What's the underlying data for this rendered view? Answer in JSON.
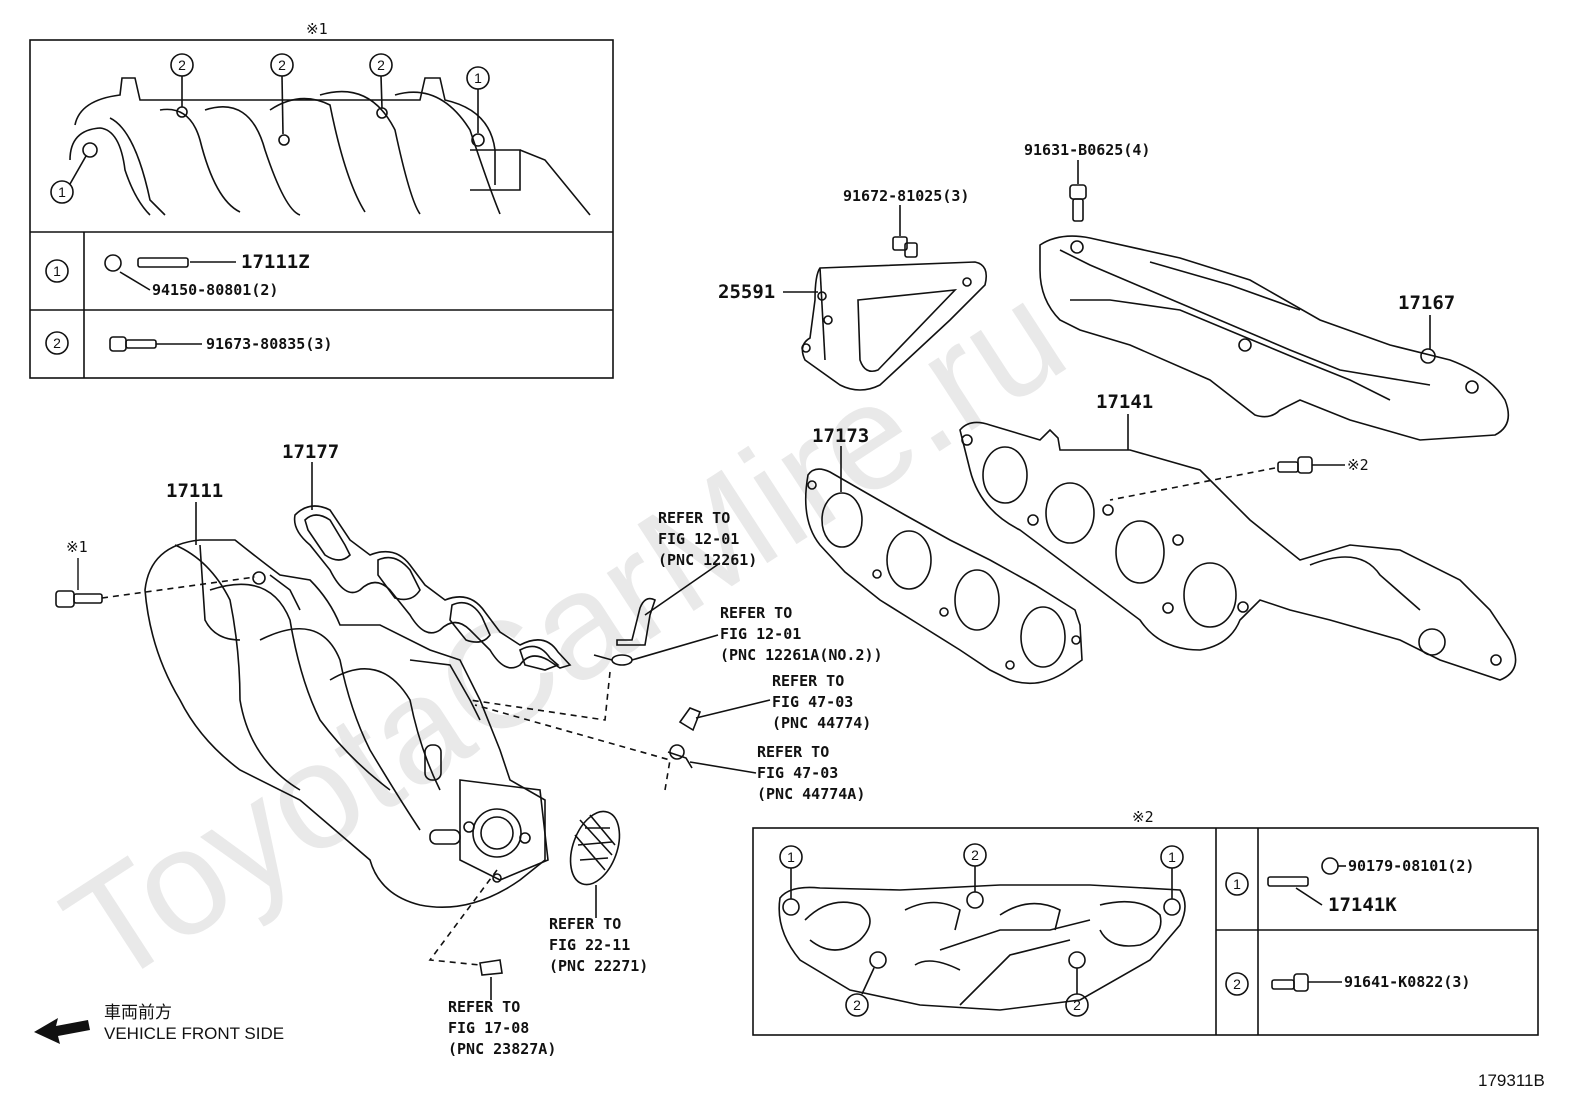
{
  "watermark": "ToyotaCarMire.ru",
  "diagram_id": "179311B",
  "direction": {
    "line1": "車両前方",
    "line2": "VEHICLE FRONT SIDE"
  },
  "inset1": {
    "title": "※1",
    "rows": [
      {
        "circle": "1",
        "part": "17111Z",
        "sub": "94150-80801(2)"
      },
      {
        "circle": "2",
        "part": "91673-80835(3)"
      }
    ]
  },
  "inset2": {
    "title": "※2",
    "rows": [
      {
        "circle": "1",
        "sub": "90179-08101(2)",
        "part": "17141K"
      },
      {
        "circle": "2",
        "part": "91641-K0822(3)"
      }
    ]
  },
  "parts": {
    "p17111": "17111",
    "p17177": "17177",
    "p17173": "17173",
    "p17141": "17141",
    "p17167": "17167",
    "p25591": "25591",
    "bolt_91672": "91672-81025(3)",
    "bolt_91631": "91631-B0625(4)",
    "note_x1": "※1",
    "note_x2": "※2"
  },
  "refs": [
    {
      "l1": "REFER TO",
      "l2": "FIG 12-01",
      "l3": "(PNC 12261)"
    },
    {
      "l1": "REFER TO",
      "l2": "FIG 12-01",
      "l3": "(PNC 12261A(NO.2))"
    },
    {
      "l1": "REFER TO",
      "l2": "FIG 47-03",
      "l3": "(PNC 44774)"
    },
    {
      "l1": "REFER TO",
      "l2": "FIG 47-03",
      "l3": "(PNC 44774A)"
    },
    {
      "l1": "REFER TO",
      "l2": "FIG 22-11",
      "l3": "(PNC 22271)"
    },
    {
      "l1": "REFER TO",
      "l2": "FIG 17-08",
      "l3": "(PNC 23827A)"
    }
  ]
}
